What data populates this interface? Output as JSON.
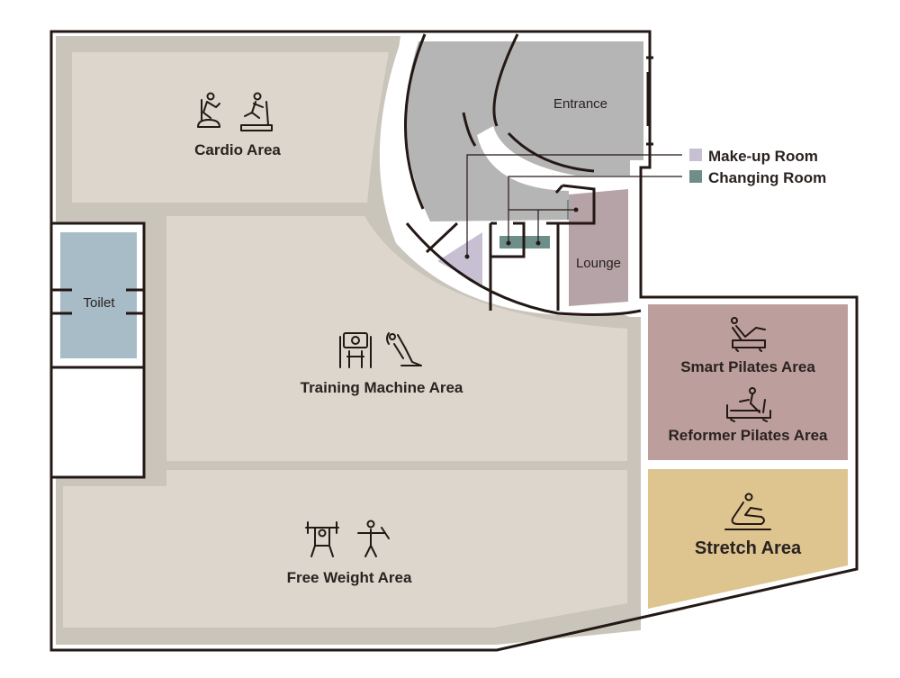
{
  "rooms": {
    "cardio": "Cardio Area",
    "training": "Training Machine Area",
    "free_weight": "Free Weight Area",
    "toilet": "Toilet",
    "entrance": "Entrance",
    "lounge": "Lounge",
    "smart_pilates": "Smart Pilates Area",
    "reformer_pilates": "Reformer Pilates Area",
    "stretch": "Stretch Area"
  },
  "legend": [
    {
      "label": "Make-up Room",
      "color": "#c6c0d2"
    },
    {
      "label": "Changing Room",
      "color": "#6e8f89"
    }
  ],
  "colors": {
    "gym_floor": "#ddd6cc",
    "gym_band": "#c9c5bb",
    "entrance": "#b5b5b5",
    "lounge": "#b6a3a7",
    "toilet": "#a7bcc6",
    "pilates": "#bc9f9c",
    "stretch": "#dec48e"
  }
}
